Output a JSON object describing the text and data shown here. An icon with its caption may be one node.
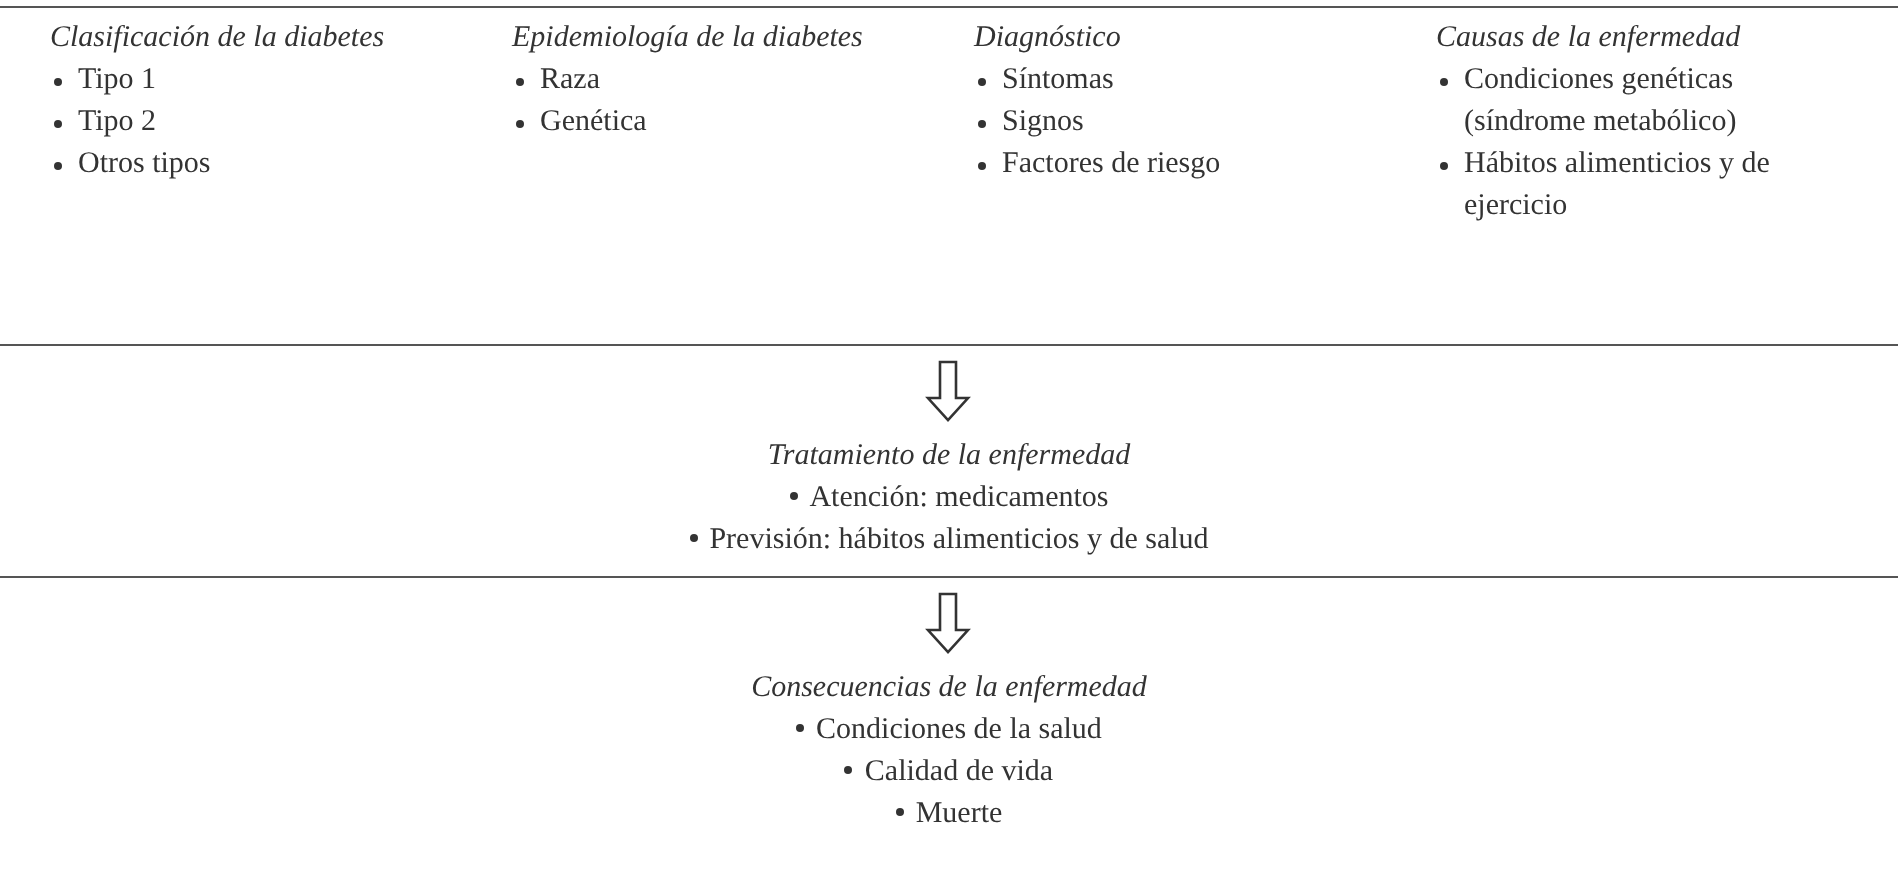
{
  "diagram": {
    "nodes": [
      {
        "text": [],
        "shape": "band"
      },
      {
        "text": [
          "Clasificación de la diabetes",
          "Tipo 1",
          "Tipo 2",
          "Otros tipos"
        ],
        "in": 0
      },
      {
        "text": [
          "Epidemiología de la diabetes",
          "Raza",
          "Genética"
        ],
        "in": 0
      },
      {
        "text": [
          "Diagnóstico",
          "Síntomas",
          "Signos",
          "Factores de riesgo"
        ],
        "in": 0
      },
      {
        "text": [
          "Causas de la enfermedad",
          "Condiciones genéticas (síndrome metabólico)",
          "Hábitos alimenticios y de ejercicio"
        ],
        "in": 0
      },
      {
        "text": [
          "Tratamiento de la enfermedad",
          "Atención: medicamentos",
          "Previsión: hábitos alimenticios y de salud"
        ]
      },
      {
        "text": [
          "Consecuencias de la enfermedad",
          "Condiciones de la salud",
          "Calidad de vida",
          "Muerte"
        ]
      }
    ],
    "edges": [
      {
        "from": 0,
        "to": 5,
        "arrow": "to"
      },
      {
        "from": 5,
        "to": 6,
        "arrow": "to"
      }
    ]
  }
}
